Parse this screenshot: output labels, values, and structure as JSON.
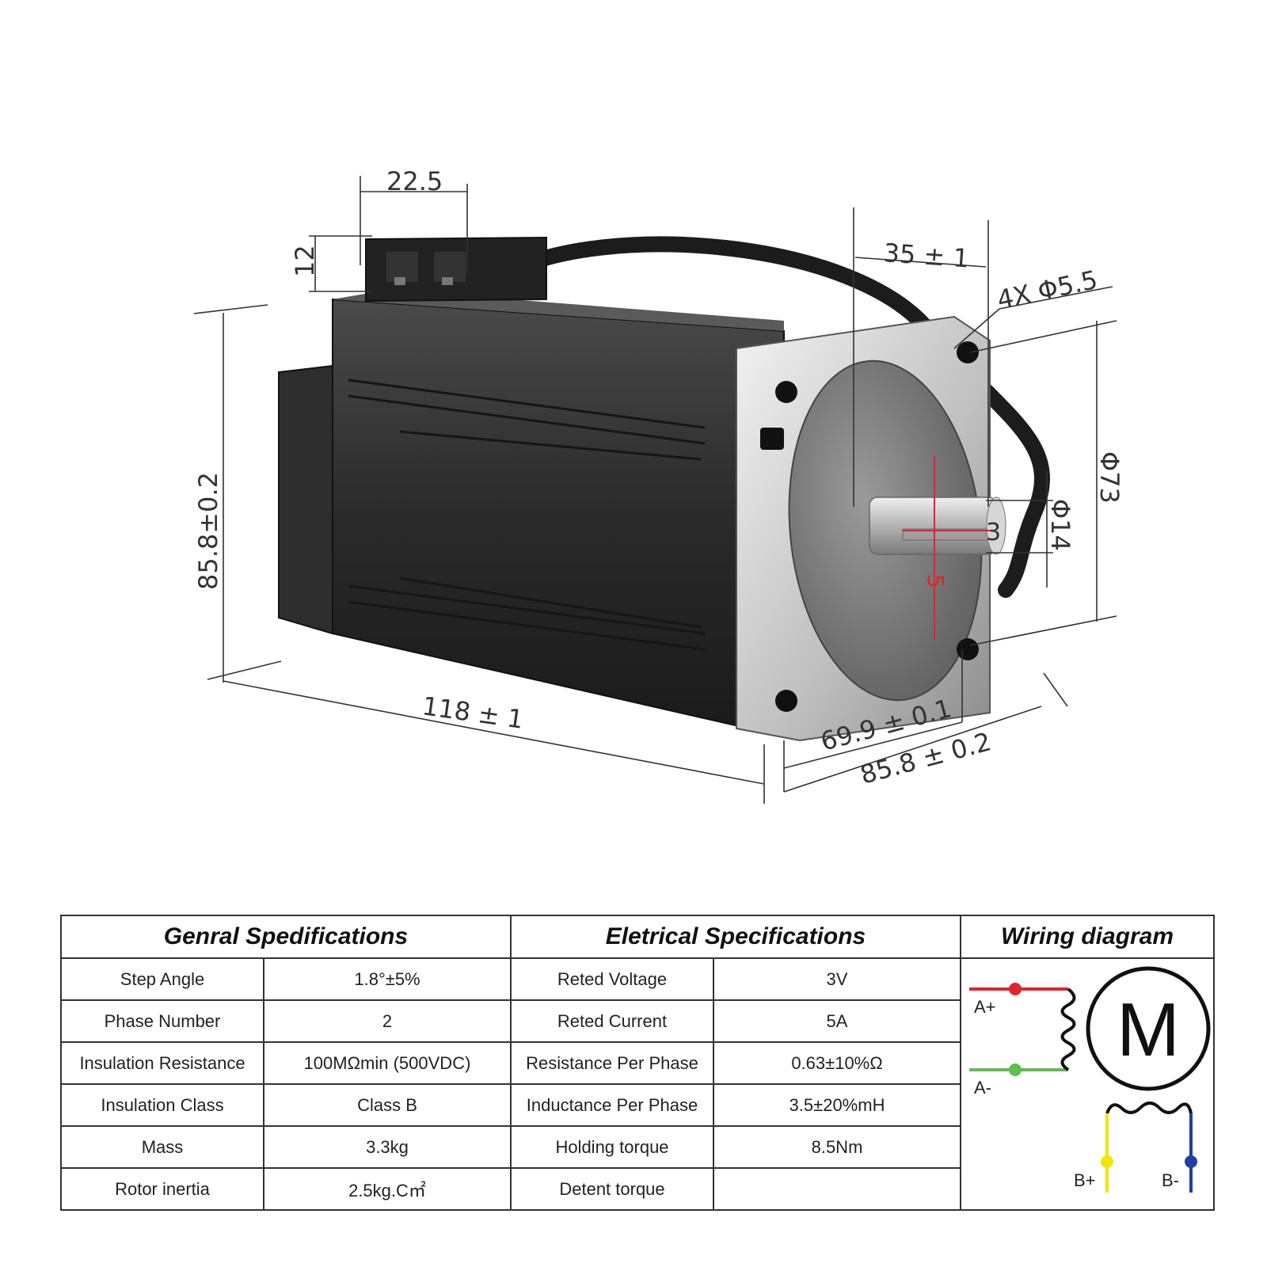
{
  "dimensions": {
    "connector_width": "22.5",
    "connector_height": "12",
    "body_height": "85.8±0.2",
    "body_length": "118 ± 1",
    "shaft_length": "35 ± 1",
    "mount_holes": "4X Φ5.5",
    "pilot_diameter": "Φ73",
    "shaft_diameter": "Φ14",
    "key_width": "3",
    "key_depth": "5",
    "hole_spacing": "69.9 ± 0.1",
    "flange_width": "85.8 ± 0.2"
  },
  "general": {
    "header": "Genral Spedifications",
    "rows": [
      {
        "label": "Step Angle",
        "value": "1.8°±5%"
      },
      {
        "label": "Phase Number",
        "value": "2"
      },
      {
        "label": "Insulation Resistance",
        "value": "100MΩmin (500VDC)"
      },
      {
        "label": "Insulation Class",
        "value": "Class B"
      },
      {
        "label": "Mass",
        "value": "3.3kg"
      },
      {
        "label": "Rotor inertia",
        "value": "2.5kg.C㎡"
      }
    ]
  },
  "electrical": {
    "header": "Eletrical Specifications",
    "rows": [
      {
        "label": "Reted Voltage",
        "value": "3V"
      },
      {
        "label": "Reted Current",
        "value": "5A"
      },
      {
        "label": "Resistance Per Phase",
        "value": "0.63±10%Ω"
      },
      {
        "label": "Inductance Per Phase",
        "value": "3.5±20%mH"
      },
      {
        "label": "Holding torque",
        "value": "8.5Nm"
      },
      {
        "label": "Detent torque",
        "value": ""
      }
    ]
  },
  "wiring": {
    "header": "Wiring diagram",
    "motor_symbol": "M",
    "a_plus": "A+",
    "a_minus": "A-",
    "b_plus": "B+",
    "b_minus": "B-",
    "colors": {
      "a_plus": "#e2232a",
      "a_minus": "#5cbf4f",
      "b_plus": "#f2e600",
      "b_minus": "#1f3fa8"
    }
  }
}
